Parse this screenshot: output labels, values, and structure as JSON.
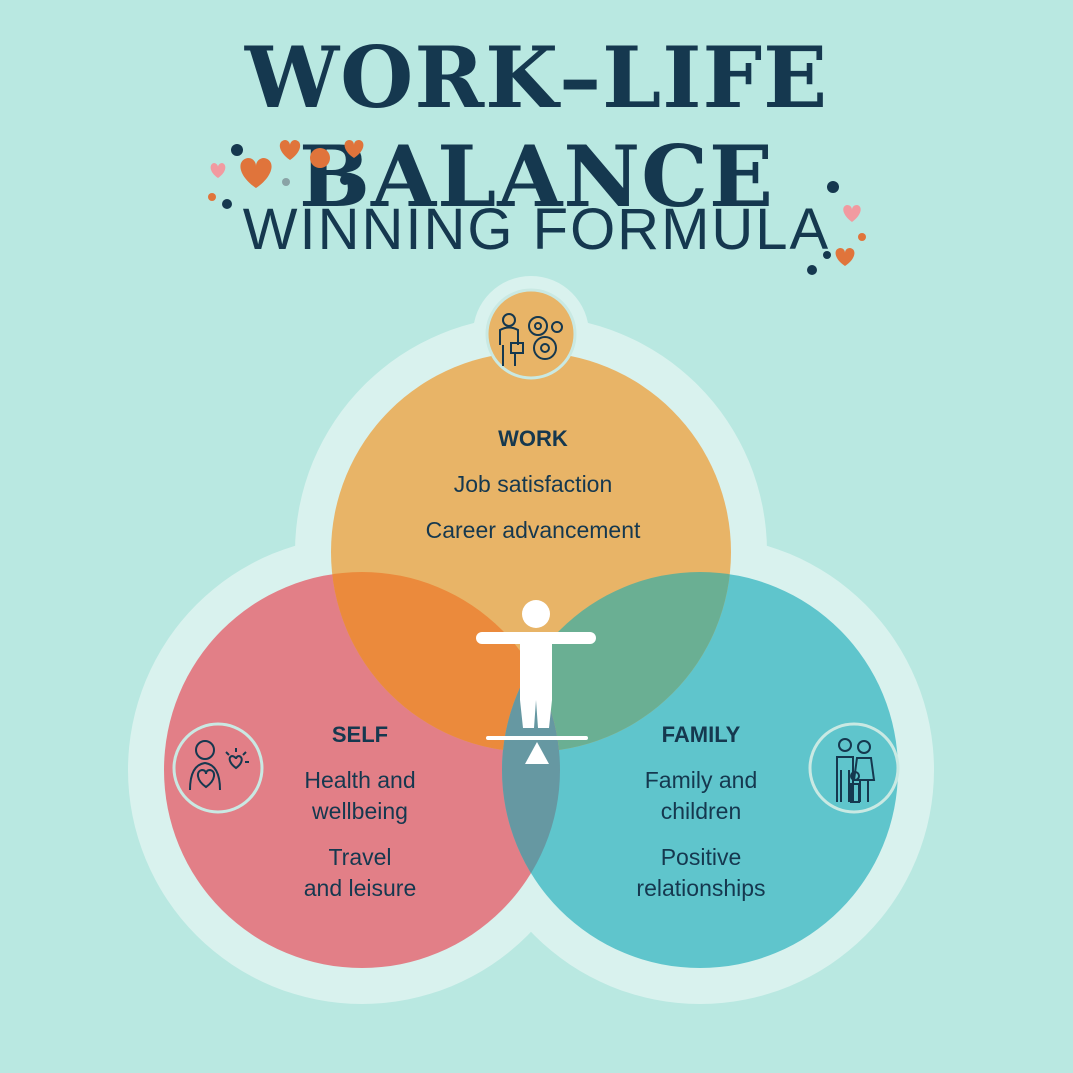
{
  "title": "WORK–LIFE BALANCE",
  "subtitle": "WINNING FORMULA",
  "colors": {
    "background": "#b9e8e1",
    "halo": "#d9f2ee",
    "text": "#15384f",
    "work": "#e8b467",
    "self": "#e27f87",
    "family": "#5fc5cc",
    "work_self_overlap": "#eb8a3c",
    "work_family_overlap": "#6aaf93",
    "center_overlap": "#6698a2"
  },
  "circles": {
    "work": {
      "heading": "WORK",
      "lines": [
        "Job satisfaction",
        "Career advancement"
      ],
      "icon": "worker-gears-icon"
    },
    "self": {
      "heading": "SELF",
      "lines": [
        "Health and",
        "wellbeing",
        "Travel",
        "and leisure"
      ],
      "icon": "self-care-heart-icon"
    },
    "family": {
      "heading": "FAMILY",
      "lines": [
        "Family and",
        "children",
        "Positive",
        "relationships"
      ],
      "icon": "family-icon"
    }
  },
  "center_icon": "balancing-person-icon"
}
